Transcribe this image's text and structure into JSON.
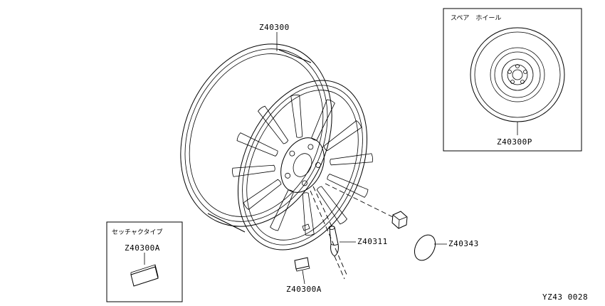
{
  "labels": {
    "main_wheel": "Z40300",
    "spare_title": "スペア　ホイール",
    "spare_part": "Z40300P",
    "adhesive_title": "セッチャクタイプ",
    "adhesive_part": "Z40300A",
    "clip_weight": "Z40300A",
    "valve": "Z40311",
    "cap": "Z40343",
    "diagram_code": "YZ43 0028"
  }
}
